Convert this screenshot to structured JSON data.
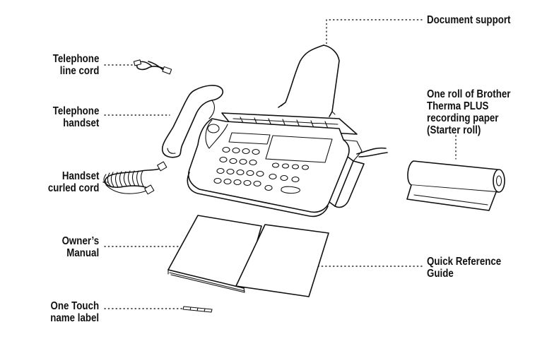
{
  "labels": {
    "document_support": "Document support",
    "telephone_line_cord": [
      "Telephone",
      "line cord"
    ],
    "telephone_handset": [
      "Telephone",
      "handset"
    ],
    "handset_curled_cord": [
      "Handset",
      "curled cord"
    ],
    "owners_manual": [
      "Owner’s",
      "Manual"
    ],
    "one_touch_name_label": [
      "One Touch",
      "name label"
    ],
    "recording_paper": [
      "One roll of Brother",
      "Therma PLUS",
      "recording paper",
      "(Starter roll)"
    ],
    "quick_reference_guide": [
      "Quick Reference",
      "Guide"
    ]
  }
}
